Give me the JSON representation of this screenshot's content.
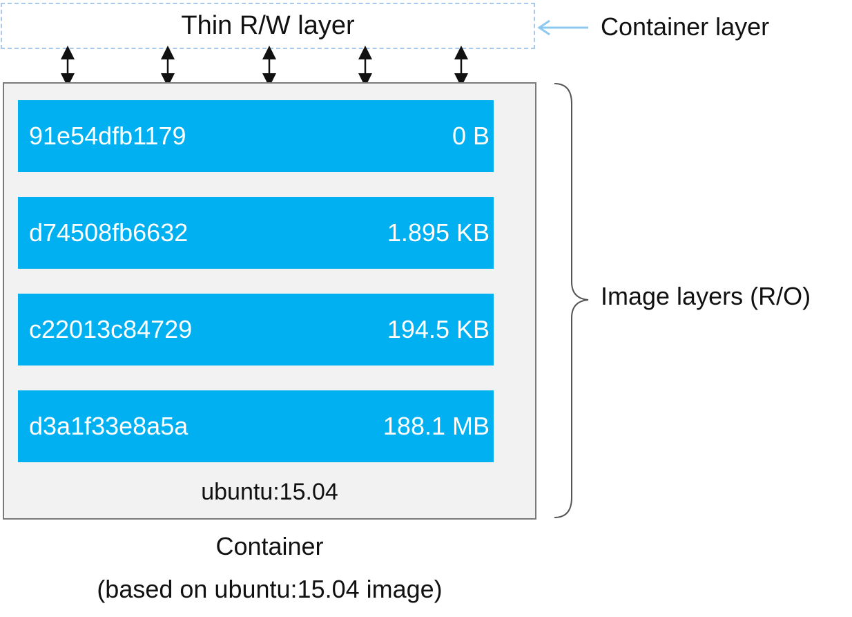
{
  "container_layer": {
    "box_label": "Thin R/W layer",
    "side_label": "Container layer",
    "border_color": "#a9c9ec",
    "pointer_color": "#8ecaf0"
  },
  "image_layers": {
    "side_label": "Image layers (R/O)",
    "layer_color": "#00b0f0",
    "layers": [
      {
        "id": "91e54dfb1179",
        "size": "0 B"
      },
      {
        "id": "d74508fb6632",
        "size": "1.895 KB"
      },
      {
        "id": "c22013c84729",
        "size": "194.5 KB"
      },
      {
        "id": "d3a1f33e8a5a",
        "size": "188.1 MB"
      }
    ],
    "image_name": "ubuntu:15.04"
  },
  "container": {
    "title": "Container",
    "subtitle": "(based on ubuntu:15.04 image)"
  }
}
